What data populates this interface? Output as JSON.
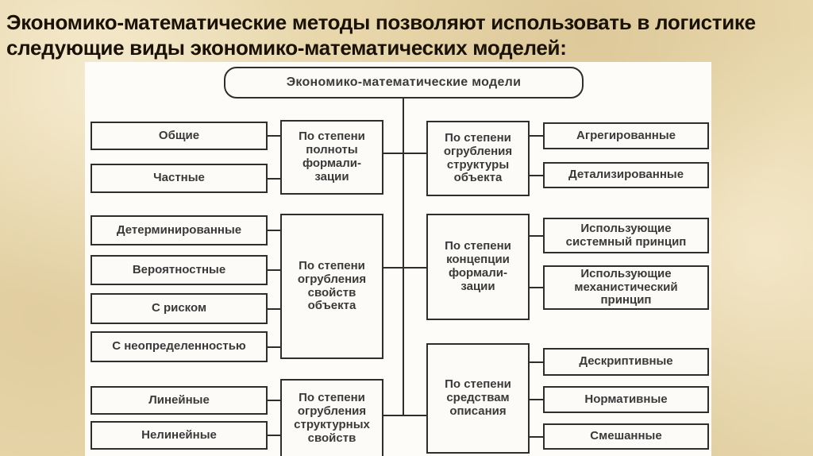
{
  "title": {
    "lines": [
      "Экономико-математические методы позволяют использовать в логистике",
      "следующие виды экономико-математических моделей:"
    ]
  },
  "diagram": {
    "root": "Экономико-математические модели",
    "groups": [
      {
        "side": "left",
        "category": "По степени\nполноты\nформали-\nзации",
        "items": [
          "Общие",
          "Частные"
        ]
      },
      {
        "side": "right",
        "category": "По степени\nогрубления\nструктуры\nобъекта",
        "items": [
          "Агрегированные",
          "Детализированные"
        ]
      },
      {
        "side": "left",
        "category": "По степени\nогрубления\nсвойств\nобъекта",
        "items": [
          "Детерминированные",
          "Вероятностные",
          "С риском",
          "С неопределенностью"
        ]
      },
      {
        "side": "right",
        "category": "По степени\nконцепции\nформали-\nзации",
        "items": [
          "Использующие\nсистемный принцип",
          "Использующие\nмеханистический\nпринцип"
        ]
      },
      {
        "side": "left",
        "category": "По степени\nогрубления\nструктурных\nсвойств",
        "items": [
          "Линейные",
          "Нелинейные"
        ]
      },
      {
        "side": "right",
        "category": "По степени\nсредствам\nописания",
        "items": [
          "Дескриптивные",
          "Нормативные",
          "Смешанные"
        ]
      }
    ]
  },
  "colors": {
    "background": "#e8d7ab",
    "panel": "#fdfcf9",
    "box_fill": "#fcfbf8",
    "line_and_border": "#2e2e2e",
    "box_text": "#3a3a3a",
    "title_text": "#1a1206"
  }
}
